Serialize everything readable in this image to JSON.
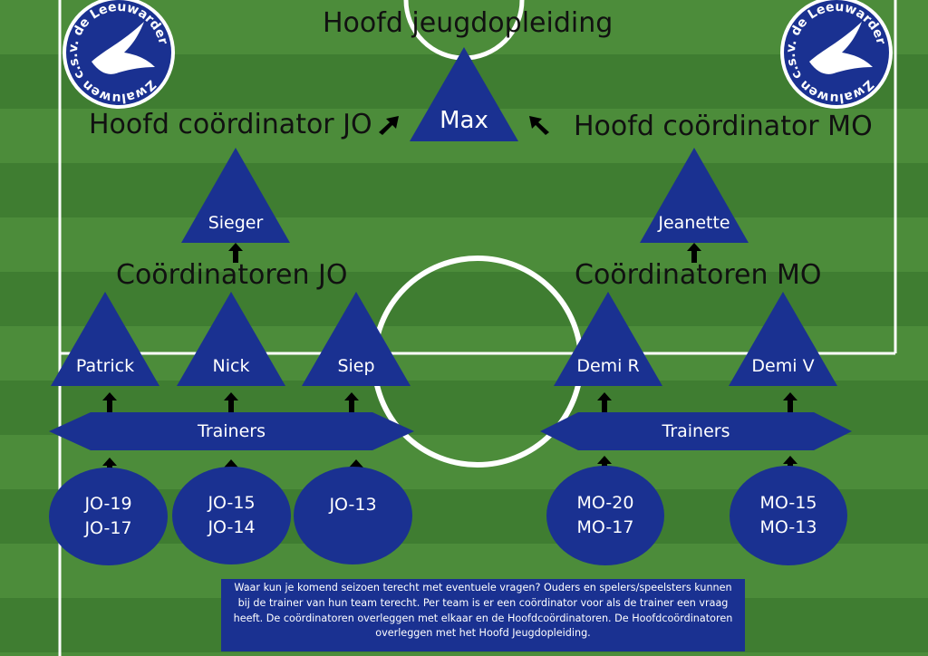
{
  "title": "Hoofd jeugdopleiding",
  "head": {
    "name": "Max"
  },
  "left": {
    "head_title": "Hoofd coördinator JO",
    "head_name": "Sieger",
    "coords_title": "Coördinatoren JO",
    "coordinators": [
      "Patrick",
      "Nick",
      "Siep"
    ],
    "trainers_label": "Trainers",
    "teams": [
      [
        "JO-19",
        "JO-17"
      ],
      [
        "JO-15",
        "JO-14"
      ],
      [
        "JO-13"
      ]
    ]
  },
  "right": {
    "head_title": "Hoofd coördinator MO",
    "head_name": "Jeanette",
    "coords_title": "Coördinatoren MO",
    "coordinators": [
      "Demi R",
      "Demi V"
    ],
    "trainers_label": "Trainers",
    "teams": [
      [
        "MO-20",
        "MO-17"
      ],
      [
        "MO-15",
        "MO-13"
      ]
    ]
  },
  "logo": {
    "text": "Zwaluwen c.s.v. de Leeuwarder"
  },
  "info_text": "Waar kun je komend seizoen terecht met eventuele vragen? Ouders en spelers/speelsters kunnen bij de trainer van hun team terecht.  Per team is er een coördinator voor als de trainer een vraag heeft. De coördinatoren overleggen met elkaar en de Hoofdcoördinatoren. De Hoofdcoördinatoren overleggen met het Hoofd Jeugdopleiding.",
  "colors": {
    "shape_fill": "#1a3191",
    "field_stripe_a": "#4c8c3a",
    "field_stripe_b": "#3f7d31",
    "line": "#ffffff"
  }
}
